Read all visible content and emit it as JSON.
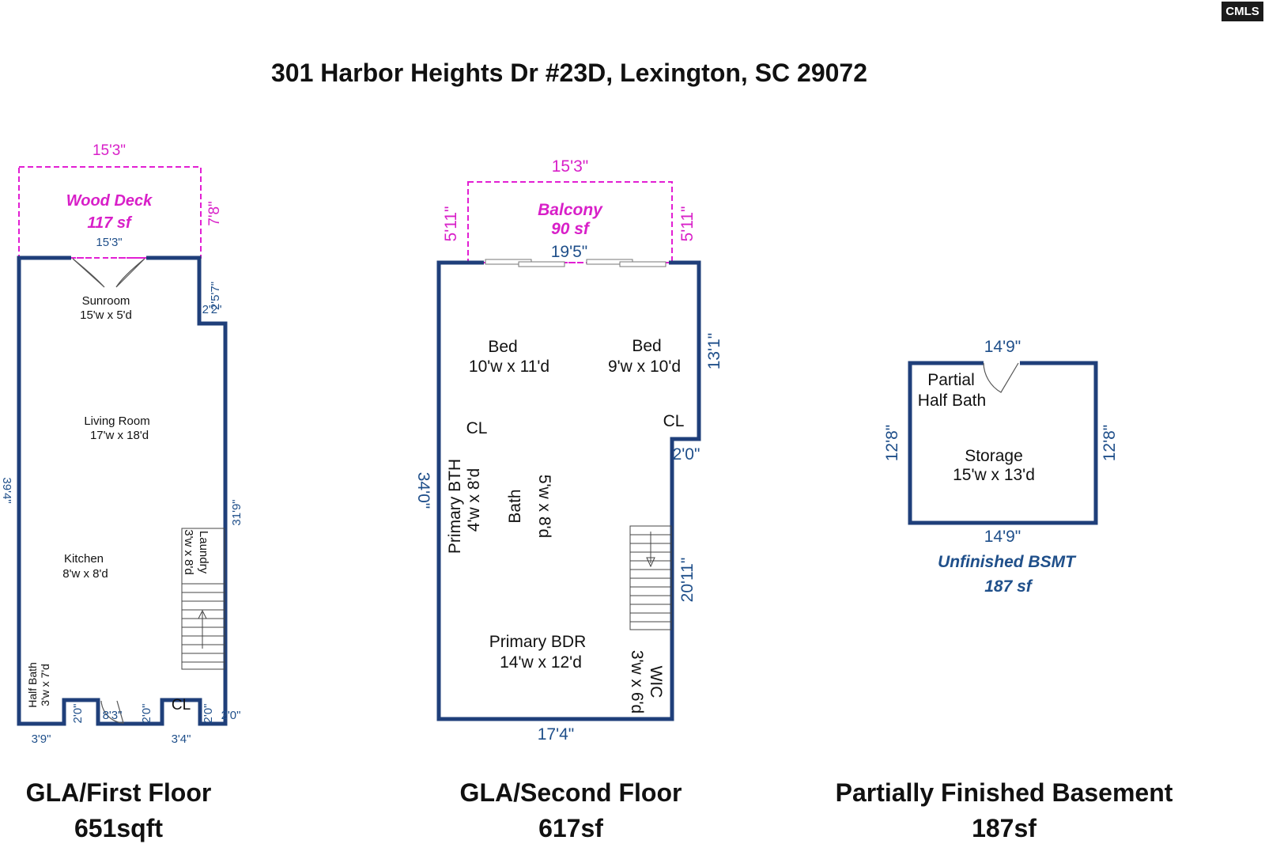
{
  "address": "301 Harbor Heights Dr #23D, Lexington, SC 29072",
  "logo": "CMLS",
  "first_floor": {
    "label": "GLA/First Floor",
    "area": "651sqft",
    "deck_name": "Wood Deck",
    "deck_area": "117 sf",
    "deck_width": "15'3\"",
    "deck_depth": "7'8\"",
    "deck_inner_width": "15'3\"",
    "rooms": {
      "sunroom_name": "Sunroom",
      "sunroom_size": "15'w x 5'd",
      "living_name": "Living Room",
      "living_size": "17'w x 18'd",
      "kitchen_name": "Kitchen",
      "kitchen_size": "8'w x 8'd",
      "laundry_name": "Laundry",
      "laundry_size": "3'w x 8'd",
      "halfbath_name": "Half Bath",
      "halfbath_size": "3'w x 7'd",
      "closet": "CL"
    },
    "dims": {
      "left": "39'4\"",
      "right": "31'9\"",
      "notch_top": "2'5'7\"",
      "notch_side": "2'2\"",
      "bottom_left": "3'9\"",
      "bottom_mid": "8'3\"",
      "bottom_right": "3'4\"",
      "nook1": "2'0\"",
      "nook2": "2'0\"",
      "nook3": "2'0\"",
      "nook4": "2'0\""
    }
  },
  "second_floor": {
    "label": "GLA/Second Floor",
    "area": "617sf",
    "balcony_name": "Balcony",
    "balcony_area": "90 sf",
    "balcony_width": "15'3\"",
    "balcony_left": "5'11\"",
    "balcony_right": "5'11\"",
    "rooms": {
      "bed1_name": "Bed",
      "bed1_size": "10'w x 11'd",
      "bed2_name": "Bed",
      "bed2_size": "9'w x 10'd",
      "closet1": "CL",
      "closet2": "CL",
      "pbath_name": "Primary BTH",
      "pbath_size": "4'w x 8'd",
      "bath_name": "Bath",
      "bath_size": "5'w x 8'd",
      "pbdr_name": "Primary BDR",
      "pbdr_size": "14'w x 12'd",
      "wic_name": "WIC",
      "wic_size": "3'w x 6'd"
    },
    "dims": {
      "top": "19'5\"",
      "left": "34'0\"",
      "right_upper": "13'1\"",
      "notch": "2'0\"",
      "right_lower": "20'11\"",
      "bottom": "17'4\""
    }
  },
  "basement": {
    "label": "Partially Finished Basement",
    "area": "187sf",
    "note_name": "Unfinished BSMT",
    "note_area": "187 sf",
    "rooms": {
      "halfbath_line1": "Partial",
      "halfbath_line2": "Half Bath",
      "storage_name": "Storage",
      "storage_size": "15'w x 13'd"
    },
    "dims": {
      "top": "14'9\"",
      "bottom": "14'9\"",
      "left": "12'8\"",
      "right": "12'8\""
    }
  }
}
